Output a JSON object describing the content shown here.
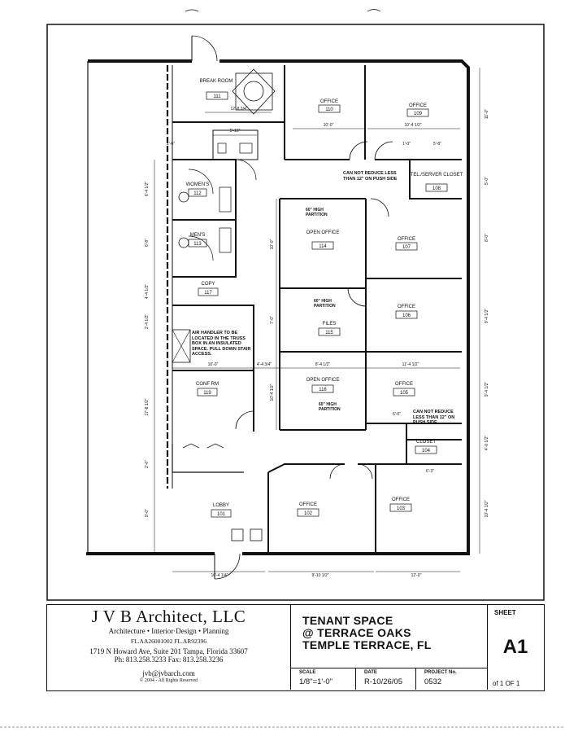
{
  "rooms": [
    {
      "name": "BREAK ROOM",
      "number": "111"
    },
    {
      "name": "OFFICE",
      "number": "110"
    },
    {
      "name": "OFFICE",
      "number": "109"
    },
    {
      "name": "TEL./SERVER CLOSET",
      "number": "108"
    },
    {
      "name": "WOMEN'S",
      "number": "112"
    },
    {
      "name": "MEN'S",
      "number": "113"
    },
    {
      "name": "OPEN OFFICE",
      "number": "114"
    },
    {
      "name": "OFFICE",
      "number": "107"
    },
    {
      "name": "COPY",
      "number": "117"
    },
    {
      "name": "FILES",
      "number": "115"
    },
    {
      "name": "OFFICE",
      "number": "106"
    },
    {
      "name": "CONF RM",
      "number": "119"
    },
    {
      "name": "OPEN OFFICE",
      "number": "116"
    },
    {
      "name": "OFFICE",
      "number": "105"
    },
    {
      "name": "CLOSET",
      "number": "104"
    },
    {
      "name": "LOBBY",
      "number": "101"
    },
    {
      "name": "OFFICE",
      "number": "102"
    },
    {
      "name": "OFFICE",
      "number": "103"
    }
  ],
  "notes": {
    "can_not_reduce_top": "CAN NOT REDUCE LESS THAN 12\" ON PUSH SIDE",
    "can_not_reduce_bottom": "CAN NOT REDUCE LESS THAN 12\" ON PUSH SIDE",
    "partition_114": "60\" HIGH PARTITION",
    "partition_115": "60\" HIGH PARTITION",
    "partition_116": "60\" HIGH PARTITION",
    "air_handler": "AIR HANDLER TO BE LOCATED IN THE TRUSS BOX IN AN INSULATED SPACE. PULL DOWN STAIR ACCESS."
  },
  "dimensions": {
    "break_width": "12'-8 3/4\"",
    "kitchen_width": "5'-10\"",
    "office110_width": "10'-0\"",
    "office109_width": "10'-4 1/2\"",
    "closet108_w1": "1'-0\"",
    "closet108_w2": "5'-8\"",
    "right_top": "11'-0\"",
    "right_108": "5'-0\"",
    "right_107": "8'-0\"",
    "right_106": "9'-4 1/2\"",
    "right_105": "9'-4 1/2\"",
    "right_104": "4'-0 1/2\"",
    "right_103": "10'-4 1/2\"",
    "left_corr": "1'-6\"",
    "left_toilet_w": "6'-4 1/2\"",
    "left_toilet_m": "6'-8\"",
    "left_copy": "4'-4 1/2\"",
    "left_copy2": "2'-4 1/2\"",
    "left_conf": "17'-8 1/2\"",
    "left_lobby1": "2'-0\"",
    "left_lobby2": "9'-0\"",
    "conf_width": "10'-0\"",
    "corridor": "4'-4 3/4\"",
    "open116_width": "8'-4 1/2\"",
    "office105_width": "11'-4 1/2\"",
    "open114_height": "10'-0\"",
    "files_height": "7'-0\"",
    "open116_height": "10'-4 1/2\"",
    "closet104_width": "6'-3\"",
    "push_side": "6'-0\"",
    "bottom_lobby": "10'-4 1/4\"",
    "bottom_102": "9'-10 1/2\"",
    "bottom_103": "12'-0\""
  },
  "title_block": {
    "firm_name": "J V B  Architect, LLC",
    "services": "Architecture  •  Interior·Design  •  Planning",
    "licenses": "FL.AA26001002    FL.AR92396",
    "address": "1719 N Howard Ave, Suite 201  Tampa, Florida  33607",
    "phones": "Ph: 813.258.3233      Fax: 813.258.3236",
    "email": "jvb@jvbarch.com",
    "copyright": "© 2004 - All Rights Reserved",
    "project_line1": "TENANT SPACE",
    "project_line2": "@ TERRACE OAKS",
    "project_line3": "TEMPLE TERRACE, FL",
    "scale_label": "SCALE",
    "scale_value": "1/8\"=1'-0\"",
    "date_label": "DATE",
    "date_value": "R-10/26/05",
    "project_no_label": "PROJECT No.",
    "project_no_value": "0532",
    "sheet_label": "SHEET",
    "sheet_number": "A1",
    "sheet_of": "of 1 OF 1"
  }
}
